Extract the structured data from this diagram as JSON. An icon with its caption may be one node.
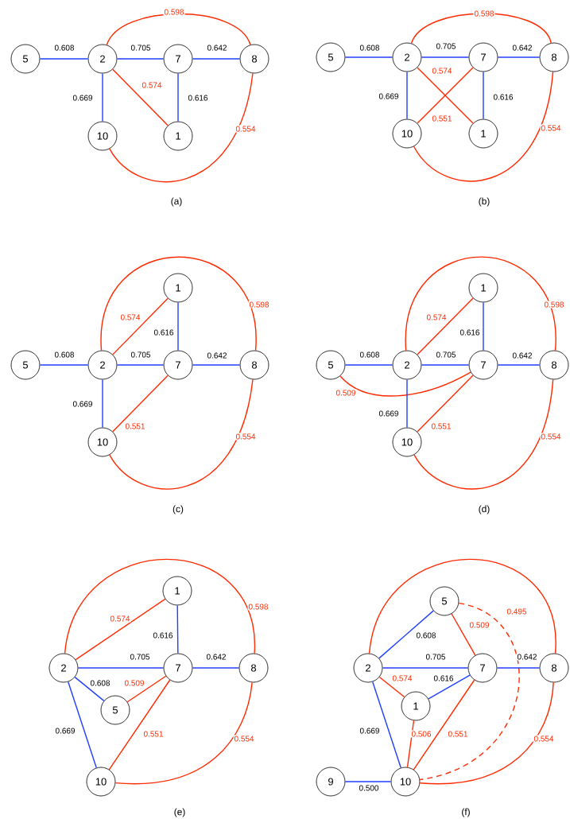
{
  "diagram": {
    "nodes": [
      {
        "text": [
          "5"
        ]
      },
      {
        "text": [
          "2"
        ]
      },
      {
        "text": [
          "7"
        ]
      },
      {
        "text": [
          "8"
        ]
      },
      {
        "text": [
          "10"
        ]
      },
      {
        "text": [
          "1"
        ]
      },
      {
        "text": [
          "5"
        ]
      },
      {
        "text": [
          "2"
        ]
      },
      {
        "text": [
          "7"
        ]
      },
      {
        "text": [
          "8"
        ]
      },
      {
        "text": [
          "10"
        ]
      },
      {
        "text": [
          "1"
        ]
      },
      {
        "text": [
          "1"
        ]
      },
      {
        "text": [
          "5"
        ]
      },
      {
        "text": [
          "2"
        ]
      },
      {
        "text": [
          "7"
        ]
      },
      {
        "text": [
          "8"
        ]
      },
      {
        "text": [
          "10"
        ]
      },
      {
        "text": [
          "1"
        ]
      },
      {
        "text": [
          "5"
        ]
      },
      {
        "text": [
          "2"
        ]
      },
      {
        "text": [
          "7"
        ]
      },
      {
        "text": [
          "8"
        ]
      },
      {
        "text": [
          "10"
        ]
      },
      {
        "text": [
          "1"
        ]
      },
      {
        "text": [
          "2"
        ]
      },
      {
        "text": [
          "7"
        ]
      },
      {
        "text": [
          "8"
        ]
      },
      {
        "text": [
          "5"
        ]
      },
      {
        "text": [
          "10"
        ]
      },
      {
        "text": [
          "5"
        ]
      },
      {
        "text": [
          "2"
        ]
      },
      {
        "text": [
          "7"
        ]
      },
      {
        "text": [
          "8"
        ]
      },
      {
        "text": [
          "1"
        ]
      },
      {
        "text": [
          "9"
        ]
      },
      {
        "text": [
          "10"
        ]
      }
    ],
    "edges": [
      {
        "from": 0,
        "to": 1,
        "arrow": "none",
        "label": "0.608"
      },
      {
        "from": 1,
        "to": 2,
        "arrow": "none",
        "label": "0.705"
      },
      {
        "from": 2,
        "to": 3,
        "arrow": "none",
        "label": "0.642"
      },
      {
        "from": 1,
        "to": 3,
        "arrow": "none",
        "label": "0.598",
        "color": "#ff2a00"
      },
      {
        "from": 1,
        "to": 4,
        "arrow": "none",
        "label": "0.669"
      },
      {
        "from": 2,
        "to": 5,
        "arrow": "none",
        "label": "0.616"
      },
      {
        "from": 1,
        "to": 5,
        "arrow": "none",
        "label": "0.574",
        "color": "#ff2a00"
      },
      {
        "from": 4,
        "to": 3,
        "arrow": "none",
        "label": "0.554",
        "color": "#ff2a00"
      },
      {
        "from": 6,
        "to": 7,
        "arrow": "none",
        "label": "0.608"
      },
      {
        "from": 7,
        "to": 8,
        "arrow": "none",
        "label": "0.705"
      },
      {
        "from": 8,
        "to": 9,
        "arrow": "none",
        "label": "0.642"
      },
      {
        "from": 7,
        "to": 9,
        "arrow": "none",
        "label": "0.598",
        "color": "#ff2a00"
      },
      {
        "from": 7,
        "to": 11,
        "arrow": "none",
        "label": "0.574",
        "color": "#ff2a00"
      },
      {
        "from": 7,
        "to": 10,
        "arrow": "none",
        "label": "0.669"
      },
      {
        "from": 8,
        "to": 11,
        "arrow": "none",
        "label": "0.616"
      },
      {
        "from": 10,
        "to": 8,
        "arrow": "none",
        "label": "0.551",
        "color": "#ff2a00"
      },
      {
        "from": 10,
        "to": 9,
        "arrow": "none",
        "label": "0.554",
        "color": "#ff2a00"
      },
      {
        "from": 13,
        "to": 14,
        "arrow": "none",
        "label": "0.608"
      },
      {
        "from": 14,
        "to": 15,
        "arrow": "none",
        "label": "0.705"
      },
      {
        "from": 15,
        "to": 16,
        "arrow": "none",
        "label": "0.642"
      },
      {
        "from": 14,
        "to": 16,
        "arrow": "none",
        "label": "0.598",
        "color": "#ff2a00"
      },
      {
        "from": 14,
        "to": 12,
        "arrow": "none",
        "label": "0.574",
        "color": "#ff2a00"
      },
      {
        "from": 12,
        "to": 15,
        "arrow": "none",
        "label": "0.616"
      },
      {
        "from": 14,
        "to": 17,
        "arrow": "none",
        "label": "0.669"
      },
      {
        "from": 17,
        "to": 15,
        "arrow": "none",
        "label": "0.551",
        "color": "#ff2a00"
      },
      {
        "from": 17,
        "to": 16,
        "arrow": "none",
        "label": "0.554",
        "color": "#ff2a00"
      },
      {
        "from": 19,
        "to": 20,
        "arrow": "none",
        "label": "0.608"
      },
      {
        "from": 20,
        "to": 21,
        "arrow": "none",
        "label": "0.705"
      },
      {
        "from": 21,
        "to": 22,
        "arrow": "none",
        "label": "0.642"
      },
      {
        "from": 20,
        "to": 22,
        "arrow": "none",
        "label": "0.598",
        "color": "#ff2a00"
      },
      {
        "from": 20,
        "to": 18,
        "arrow": "none",
        "label": "0.574",
        "color": "#ff2a00"
      },
      {
        "from": 18,
        "to": 21,
        "arrow": "none",
        "label": "0.616"
      },
      {
        "from": 19,
        "to": 21,
        "arrow": "none",
        "label": "0.509",
        "color": "#ff2a00"
      },
      {
        "from": 20,
        "to": 23,
        "arrow": "none",
        "label": "0.669"
      },
      {
        "from": 23,
        "to": 21,
        "arrow": "none",
        "label": "0.551",
        "color": "#ff2a00"
      },
      {
        "from": 23,
        "to": 22,
        "arrow": "none",
        "label": "0.554",
        "color": "#ff2a00"
      },
      {
        "from": 25,
        "to": 27,
        "arrow": "none",
        "label": "0.598",
        "color": "#ff2a00"
      },
      {
        "from": 25,
        "to": 24,
        "arrow": "none",
        "label": "0.574",
        "color": "#ff2a00"
      },
      {
        "from": 24,
        "to": 26,
        "arrow": "none",
        "label": "0.616"
      },
      {
        "from": 25,
        "to": 26,
        "arrow": "none",
        "label": "0.705"
      },
      {
        "from": 26,
        "to": 27,
        "arrow": "none",
        "label": "0.642"
      },
      {
        "from": 25,
        "to": 28,
        "arrow": "none",
        "label": "0.608"
      },
      {
        "from": 28,
        "to": 26,
        "arrow": "none",
        "label": "0.509",
        "color": "#ff2a00"
      },
      {
        "from": 25,
        "to": 29,
        "arrow": "none",
        "label": "0.669"
      },
      {
        "from": 29,
        "to": 26,
        "arrow": "none",
        "label": "0.551",
        "color": "#ff2a00"
      },
      {
        "from": 29,
        "to": 27,
        "arrow": "none",
        "label": "0.554",
        "color": "#ff2a00"
      },
      {
        "from": 31,
        "to": 33,
        "arrow": "none",
        "color": "#ff2a00"
      },
      {
        "from": 31,
        "to": 30,
        "arrow": "none",
        "label": "0.608"
      },
      {
        "from": 30,
        "to": 32,
        "arrow": "none",
        "label": "0.509",
        "color": "#ff2a00"
      },
      {
        "from": 30,
        "to": 36,
        "arrow": "none",
        "label": "0.495",
        "color": "#ff2a00",
        "style": "dashed"
      },
      {
        "from": 31,
        "to": 32,
        "arrow": "none",
        "label": "0.705"
      },
      {
        "from": 32,
        "to": 33,
        "arrow": "none",
        "label": "0.642"
      },
      {
        "from": 31,
        "to": 34,
        "arrow": "none",
        "label": "0.574",
        "color": "#ff2a00"
      },
      {
        "from": 34,
        "to": 32,
        "arrow": "none",
        "label": "0.616"
      },
      {
        "from": 31,
        "to": 36,
        "arrow": "none",
        "label": "0.669"
      },
      {
        "from": 34,
        "to": 36,
        "arrow": "none",
        "label": "0.506",
        "color": "#ff2a00"
      },
      {
        "from": 36,
        "to": 32,
        "arrow": "none",
        "label": "0.551",
        "color": "#ff2a00"
      },
      {
        "from": 36,
        "to": 33,
        "arrow": "none",
        "label": "0.554",
        "color": "#ff2a00"
      },
      {
        "from": 35,
        "to": 36,
        "arrow": "none",
        "label": "0.500"
      }
    ],
    "labels": [
      "(a)",
      "(b)",
      "(c)",
      "(d)",
      "(e)",
      "(f)"
    ]
  }
}
